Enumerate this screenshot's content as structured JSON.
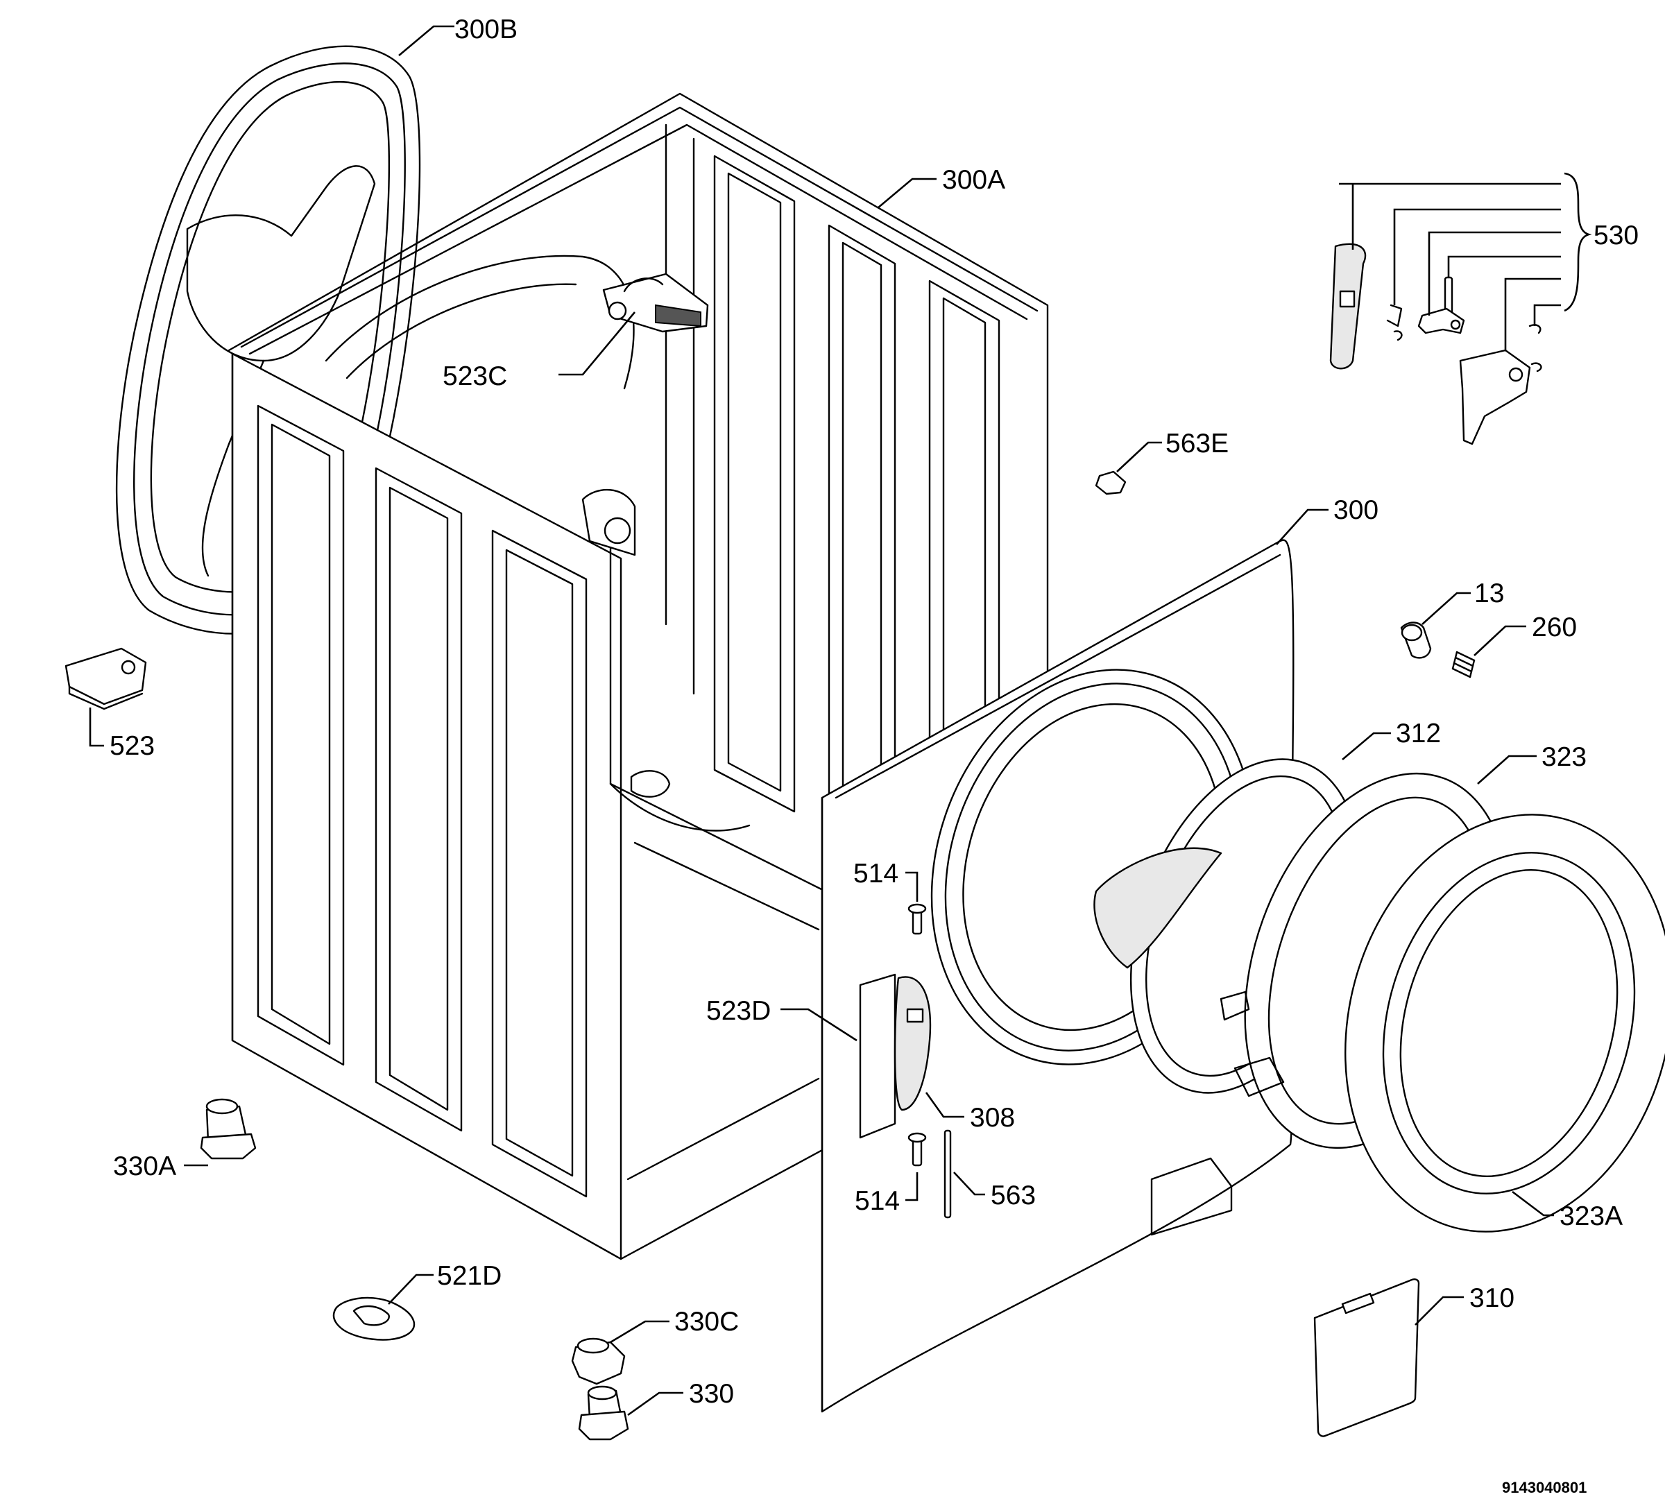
{
  "diagram": {
    "labels": {
      "p300B": "300B",
      "p300A": "300A",
      "p523C": "523C",
      "p530": "530",
      "p563E": "563E",
      "p300": "300",
      "p13": "13",
      "p260": "260",
      "p523": "523",
      "p312": "312",
      "p323": "323",
      "p514a": "514",
      "p523D": "523D",
      "p308": "308",
      "p514b": "514",
      "p563": "563",
      "p323A": "323A",
      "p330A": "330A",
      "p521D": "521D",
      "p310": "310",
      "p330C": "330C",
      "p330": "330"
    },
    "document_id": "9143040801"
  }
}
